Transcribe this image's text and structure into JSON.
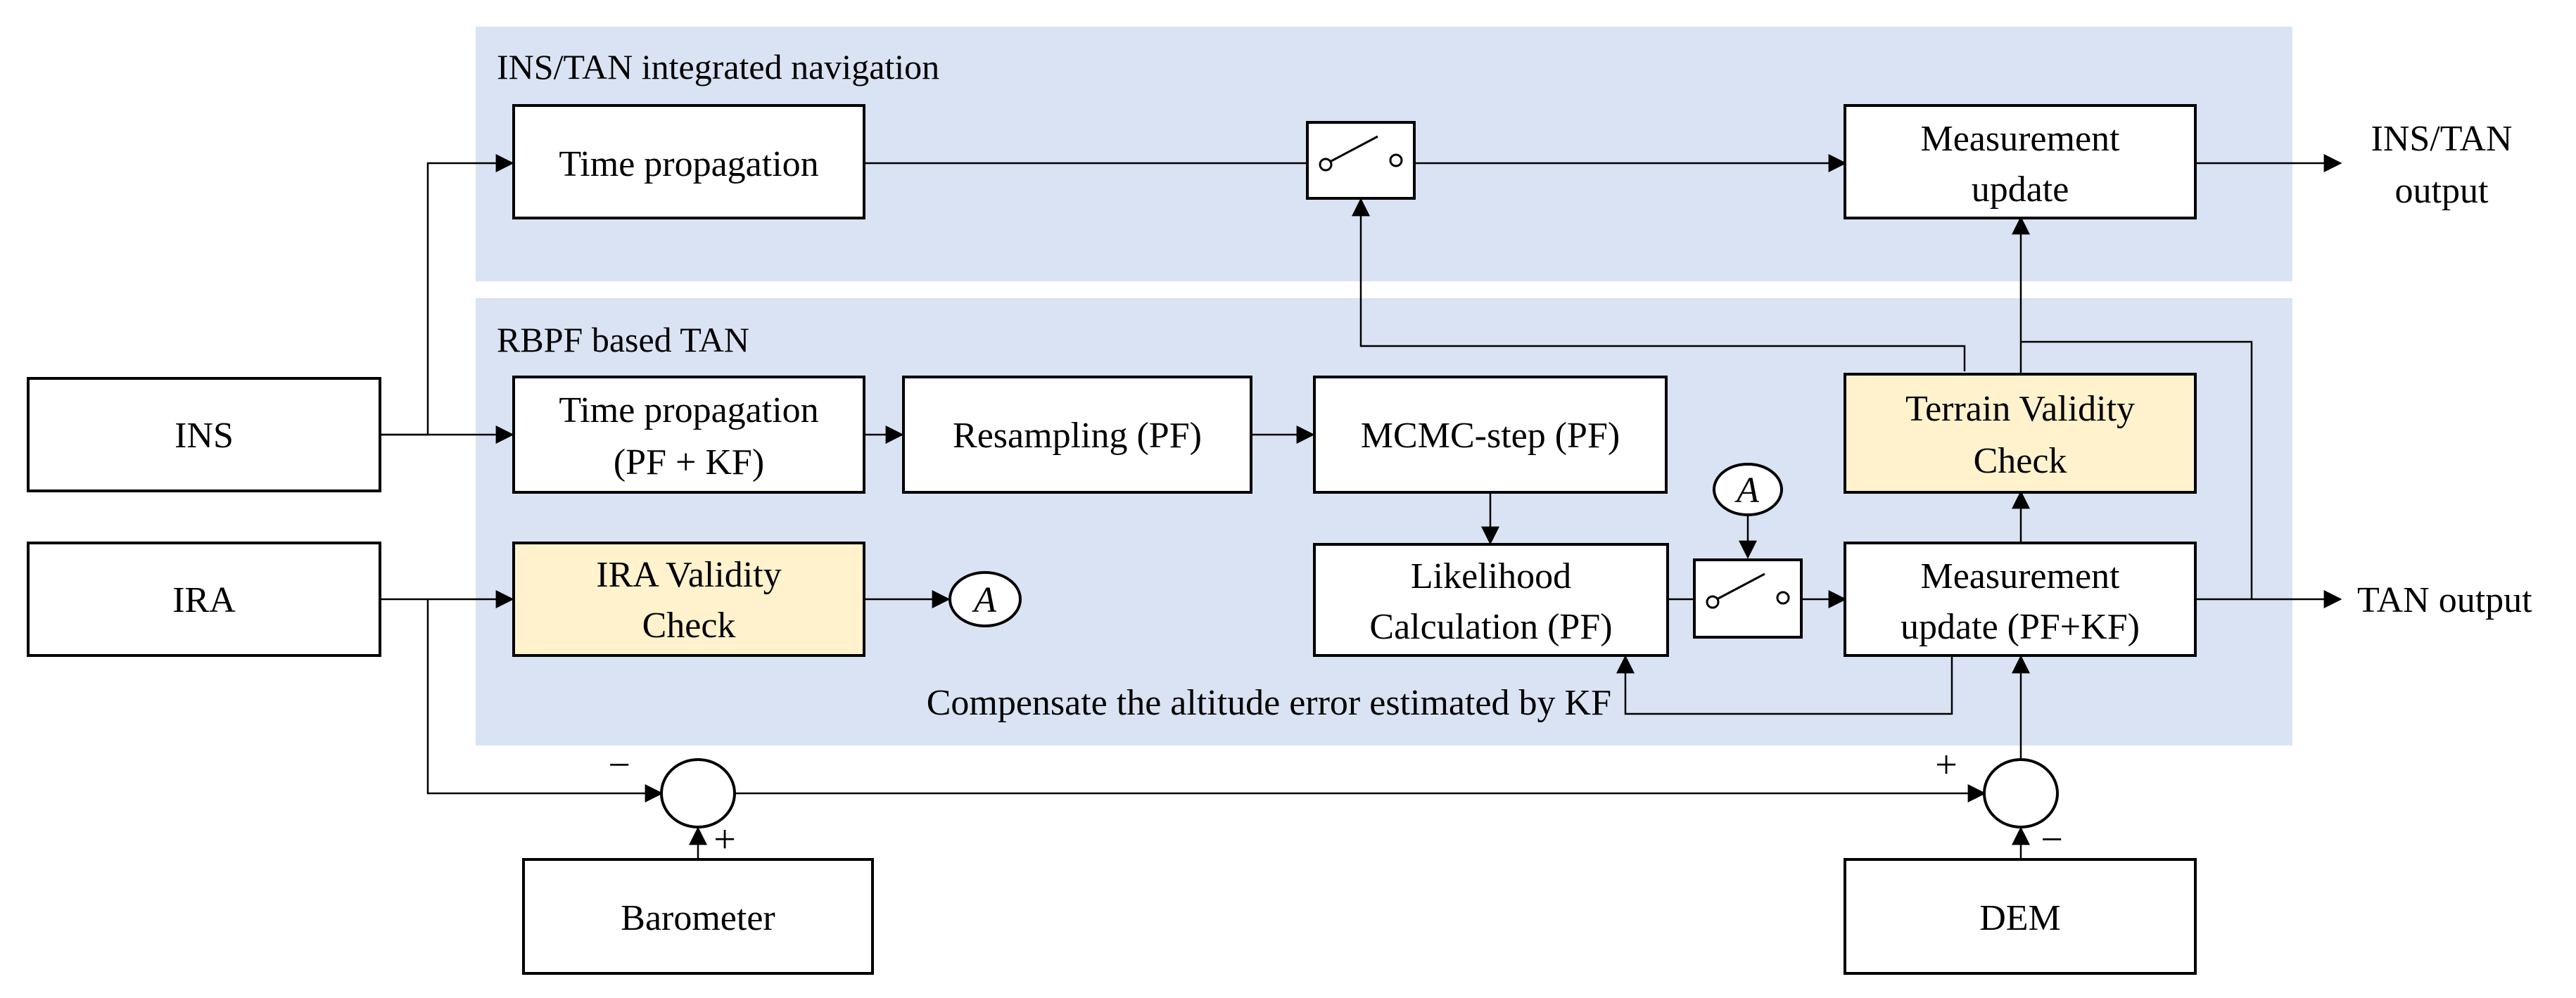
{
  "regions": {
    "top": {
      "label": "INS/TAN integrated navigation"
    },
    "bottom": {
      "label": "RBPF based TAN"
    }
  },
  "blocks": {
    "ins": "INS",
    "ira": "IRA",
    "barometer": "Barometer",
    "dem": "DEM",
    "time_prop_top": "Time propagation",
    "measurement_update_top": [
      "Measurement",
      "update"
    ],
    "time_prop_pf": [
      "Time propagation",
      "(PF + KF)"
    ],
    "resampling": "Resampling (PF)",
    "mcmc": "MCMC-step (PF)",
    "ira_validity": [
      "IRA Validity",
      "Check"
    ],
    "likelihood": [
      "Likelihood",
      "Calculation (PF)"
    ],
    "measurement_update_pfkf": [
      "Measurement",
      "update (PF+KF)"
    ],
    "terrain_validity": [
      "Terrain Validity",
      "Check"
    ]
  },
  "outputs": {
    "ins_tan": [
      "INS/TAN",
      "output"
    ],
    "tan": "TAN output"
  },
  "connectors": {
    "a_left": "A",
    "a_right": "A"
  },
  "signs": {
    "baro_minus": "−",
    "baro_plus": "+",
    "dem_plus": "+",
    "dem_minus": "−"
  },
  "annotation": "Compensate the altitude error estimated by KF",
  "colors": {
    "region_fill": "#dae3f3",
    "validity_fill": "#fff2cc",
    "line": "#000000"
  }
}
